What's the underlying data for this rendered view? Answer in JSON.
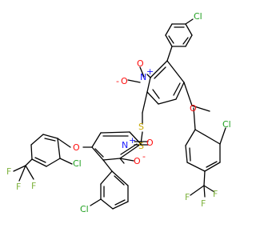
{
  "structure": {
    "atom_labels": {
      "cl_top": "Cl",
      "n_top": "N",
      "n_top_plus": "+",
      "o_top_minus": "O",
      "o_top_dot": "-",
      "o_top_dbl": "O",
      "o_right_ether": "O",
      "cl_right": "Cl",
      "f_right_1": "F",
      "f_right_2": "F",
      "f_right_3": "F",
      "s_1": "S",
      "s_2": "S",
      "o_left_ether": "O",
      "cl_left": "Cl",
      "f_left_1": "F",
      "f_left_2": "F",
      "f_left_3": "F",
      "n_bottom": "N",
      "n_bottom_plus": "+",
      "o_bottom_minus": "O",
      "o_bottom_dot": "-",
      "o_bottom_dbl": "O",
      "cl_bottom": "Cl"
    },
    "colors": {
      "bond": "#000000",
      "Cl": "#1fa01f",
      "N": "#1a1aff",
      "O": "#ff0d0d",
      "S": "#c8a800",
      "F": "#7fb33f"
    }
  }
}
